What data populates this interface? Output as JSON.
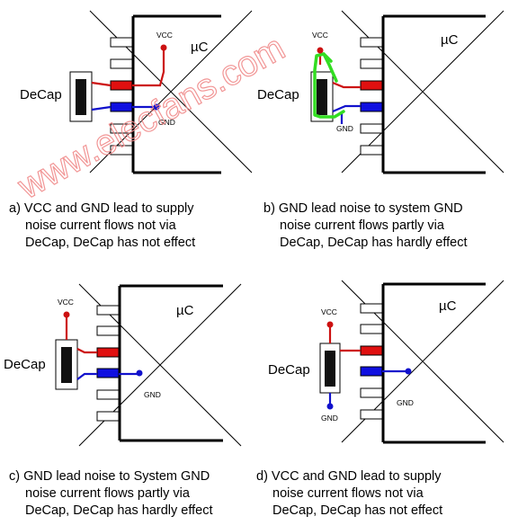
{
  "watermark": "www.elecfans.com",
  "common": {
    "uc_label": "µC",
    "decap_label": "DeCap",
    "vcc_label": "VCC",
    "gnd_label": "GND"
  },
  "panels": [
    {
      "id": "a",
      "caption": [
        "a) VCC and GND lead to supply",
        "noise current flows not via",
        "DeCap, DeCap has not effect"
      ]
    },
    {
      "id": "b",
      "caption": [
        "b) GND lead noise to system GND",
        "noise current flows partly via",
        "DeCap, DeCap has hardly effect"
      ]
    },
    {
      "id": "c",
      "caption": [
        "c) GND lead noise to System GND",
        "noise current flows partly via",
        "DeCap, DeCap has hardly effect"
      ]
    },
    {
      "id": "d",
      "caption": [
        "d) VCC and GND lead to supply",
        "noise current flows not via",
        "DeCap, DeCap has not effect"
      ]
    }
  ],
  "colors": {
    "vcc_trace": "#cc1111",
    "gnd_trace": "#1111cc",
    "highlight_path": "#33dd22",
    "watermark": "#f08a8a"
  }
}
